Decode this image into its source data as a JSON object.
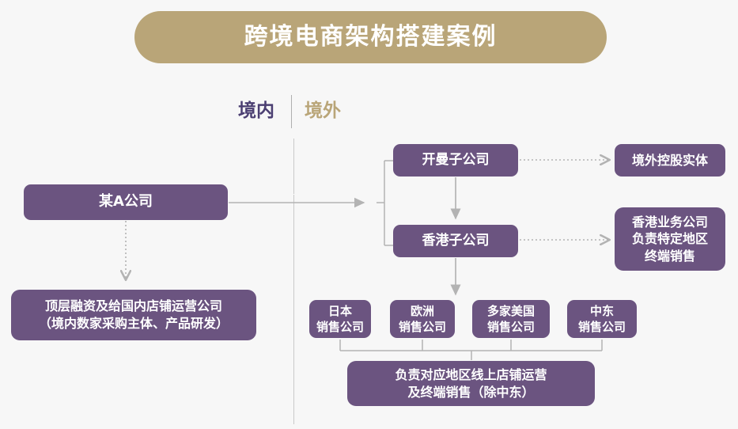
{
  "banner": {
    "title": "跨境电商架构搭建案例",
    "bg_color": "#b9a578",
    "text_color": "#ffffff"
  },
  "regions": {
    "domestic_label": "境内",
    "domestic_color": "#4b3f72",
    "overseas_label": "境外",
    "overseas_color": "#b9a578"
  },
  "theme": {
    "node_color": "#6b5480",
    "background": "#f7f7f7",
    "connector_color": "#b3b3b3"
  },
  "nodes": {
    "company_a": {
      "label": "某A公司"
    },
    "top_financing": {
      "lines": [
        "顶层融资及给国内店铺运营公司",
        "（境内数家采购主体、产品研发）"
      ]
    },
    "cayman": {
      "label": "开曼子公司"
    },
    "hongkong": {
      "label": "香港子公司"
    },
    "offshore_holding": {
      "label": "境外控股实体"
    },
    "hk_business": {
      "lines": [
        "香港业务公司",
        "负责特定地区",
        "终端销售"
      ]
    },
    "sales": [
      {
        "lines": [
          "日本",
          "销售公司"
        ]
      },
      {
        "lines": [
          "欧洲",
          "销售公司"
        ]
      },
      {
        "lines": [
          "多家美国",
          "销售公司"
        ]
      },
      {
        "lines": [
          "中东",
          "销售公司"
        ]
      }
    ],
    "duty_summary": {
      "lines": [
        "负责对应地区线上店铺运营",
        "及终端销售（除中东）"
      ]
    }
  },
  "connectors": {
    "company_a_to_split": "solid-arrow-right",
    "company_a_to_financing": "dotted-arrow-down",
    "cayman_to_hongkong": "solid-arrow-down",
    "hongkong_to_sales": "solid-arrow-down",
    "cayman_to_offshore_holding": "dotted-arrow-right",
    "hongkong_to_hk_business": "dotted-arrow-right",
    "sales_to_duty_summary": "bracket-down"
  }
}
